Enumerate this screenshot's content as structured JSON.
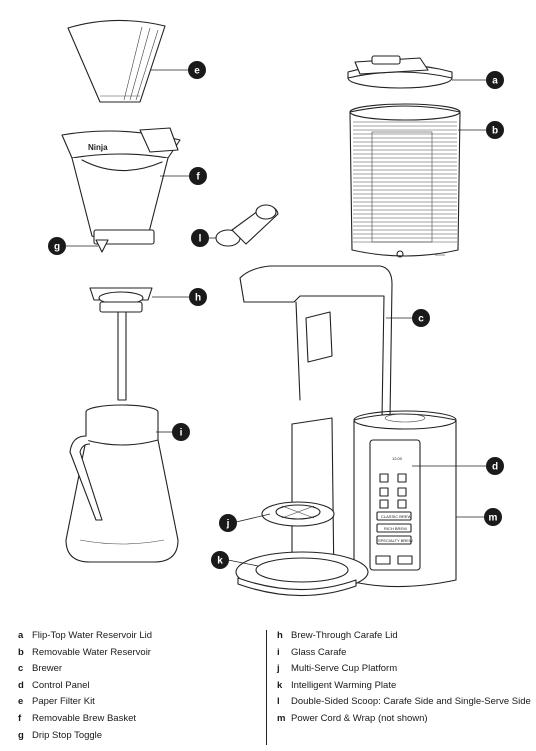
{
  "parts": [
    {
      "letter": "a",
      "label": "Flip-Top Water Reservoir Lid"
    },
    {
      "letter": "b",
      "label": "Removable Water Reservoir"
    },
    {
      "letter": "c",
      "label": "Brewer"
    },
    {
      "letter": "d",
      "label": "Control Panel"
    },
    {
      "letter": "e",
      "label": "Paper Filter Kit"
    },
    {
      "letter": "f",
      "label": "Removable Brew Basket"
    },
    {
      "letter": "g",
      "label": "Drip Stop Toggle"
    },
    {
      "letter": "h",
      "label": "Brew-Through Carafe Lid"
    },
    {
      "letter": "i",
      "label": "Glass Carafe"
    },
    {
      "letter": "j",
      "label": "Multi-Serve Cup Platform"
    },
    {
      "letter": "k",
      "label": "Intelligent Warming Plate"
    },
    {
      "letter": "l",
      "label": "Double-Sided Scoop: Carafe Side and Single-Serve Side"
    },
    {
      "letter": "m",
      "label": "Power Cord & Wrap (not shown)"
    }
  ],
  "brand_logo": "Ninja",
  "display_time": "12:00",
  "panel_buttons": [
    "CLASSIC BREW",
    "RICH BREW",
    "SPECIALTY BREW"
  ],
  "colors": {
    "callout": "#1a1a1a",
    "line": "#222222",
    "background": "#ffffff"
  }
}
